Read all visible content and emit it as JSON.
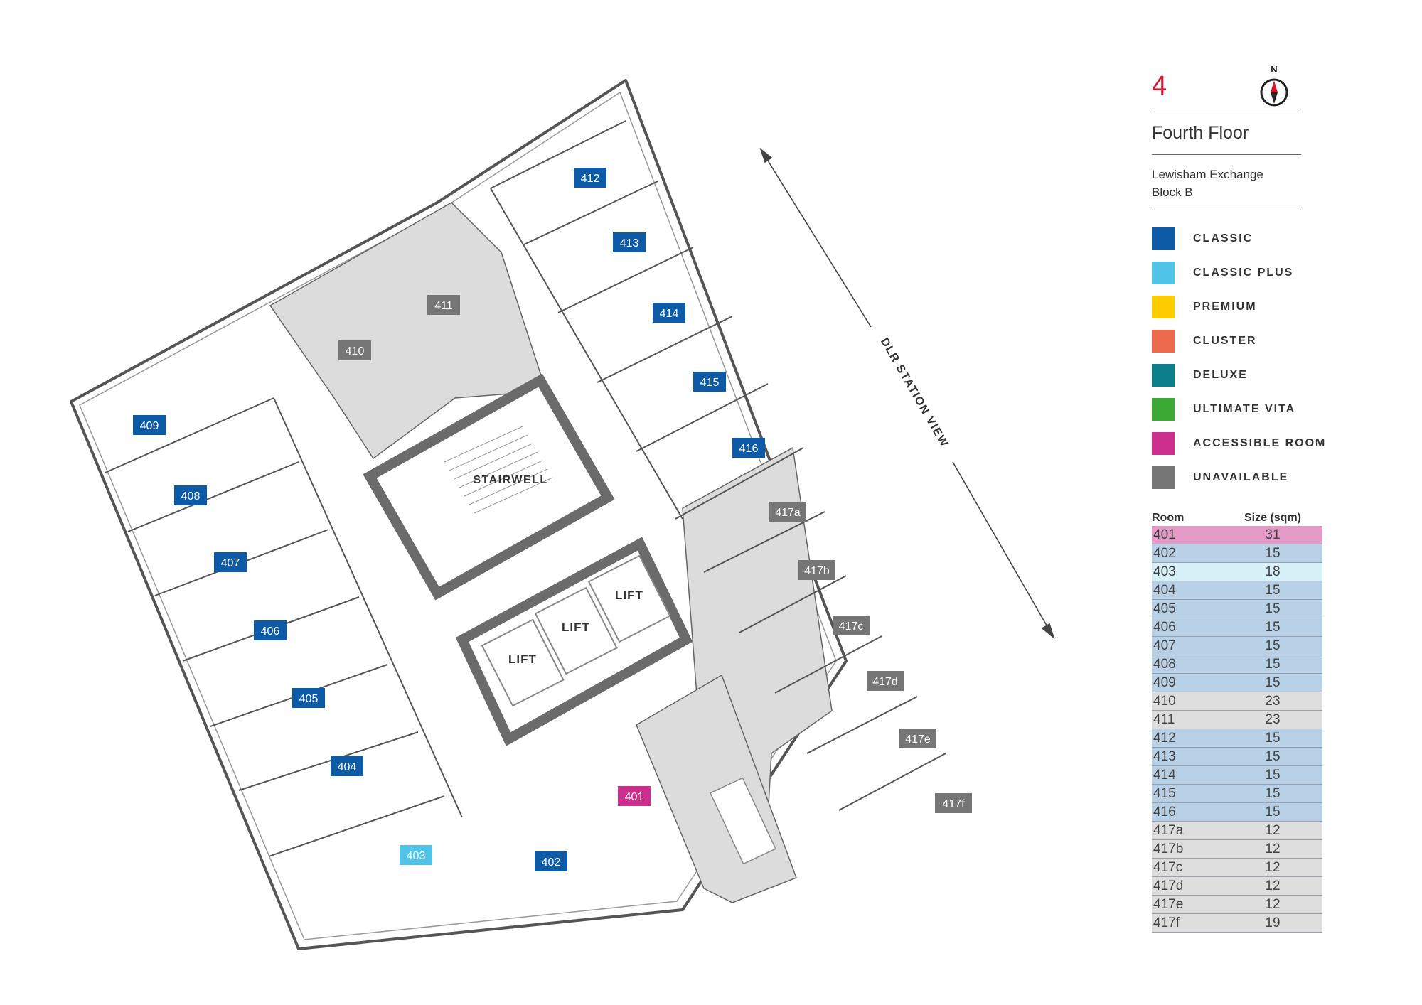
{
  "floor": {
    "number": "4",
    "title": "Fourth Floor",
    "building_line1": "Lewisham Exchange",
    "building_line2": "Block B",
    "compass_label": "N",
    "compass_icon": "compass-north-icon"
  },
  "legend": [
    {
      "label": "CLASSIC",
      "color": "#0d5aa7"
    },
    {
      "label": "CLASSIC PLUS",
      "color": "#4fc3e8"
    },
    {
      "label": "PREMIUM",
      "color": "#ffcc00"
    },
    {
      "label": "CLUSTER",
      "color": "#ee6a4c"
    },
    {
      "label": "DELUXE",
      "color": "#0d7f8c"
    },
    {
      "label": "ULTIMATE VITA",
      "color": "#3aaa35"
    },
    {
      "label": "ACCESSIBLE ROOM",
      "color": "#cc2e8e"
    },
    {
      "label": "UNAVAILABLE",
      "color": "#767676"
    }
  ],
  "table": {
    "header_room": "Room",
    "header_size": "Size (sqm)",
    "rows": [
      {
        "room": "401",
        "size": "31",
        "bg": "#e39ac6"
      },
      {
        "room": "402",
        "size": "15",
        "bg": "#b8d0e6"
      },
      {
        "room": "403",
        "size": "18",
        "bg": "#d6f0f7"
      },
      {
        "room": "404",
        "size": "15",
        "bg": "#b8d0e6"
      },
      {
        "room": "405",
        "size": "15",
        "bg": "#b8d0e6"
      },
      {
        "room": "406",
        "size": "15",
        "bg": "#b8d0e6"
      },
      {
        "room": "407",
        "size": "15",
        "bg": "#b8d0e6"
      },
      {
        "room": "408",
        "size": "15",
        "bg": "#b8d0e6"
      },
      {
        "room": "409",
        "size": "15",
        "bg": "#b8d0e6"
      },
      {
        "room": "410",
        "size": "23",
        "bg": "#dddddd"
      },
      {
        "room": "411",
        "size": "23",
        "bg": "#dddddd"
      },
      {
        "room": "412",
        "size": "15",
        "bg": "#b8d0e6"
      },
      {
        "room": "413",
        "size": "15",
        "bg": "#b8d0e6"
      },
      {
        "room": "414",
        "size": "15",
        "bg": "#b8d0e6"
      },
      {
        "room": "415",
        "size": "15",
        "bg": "#b8d0e6"
      },
      {
        "room": "416",
        "size": "15",
        "bg": "#b8d0e6"
      },
      {
        "room": "417a",
        "size": "12",
        "bg": "#dddddd"
      },
      {
        "room": "417b",
        "size": "12",
        "bg": "#dddddd"
      },
      {
        "room": "417c",
        "size": "12",
        "bg": "#dddddd"
      },
      {
        "room": "417d",
        "size": "12",
        "bg": "#dddddd"
      },
      {
        "room": "417e",
        "size": "12",
        "bg": "#dddddd"
      },
      {
        "room": "417f",
        "size": "19",
        "bg": "#dddddd"
      }
    ]
  },
  "plan": {
    "stairwell_label": "STAIRWELL",
    "lift_label": "LIFT",
    "view_label": "DLR STATION VIEW",
    "rooms": [
      {
        "id": "401",
        "category": "ACCESSIBLE ROOM"
      },
      {
        "id": "402",
        "category": "CLASSIC"
      },
      {
        "id": "403",
        "category": "CLASSIC PLUS"
      },
      {
        "id": "404",
        "category": "CLASSIC"
      },
      {
        "id": "405",
        "category": "CLASSIC"
      },
      {
        "id": "406",
        "category": "CLASSIC"
      },
      {
        "id": "407",
        "category": "CLASSIC"
      },
      {
        "id": "408",
        "category": "CLASSIC"
      },
      {
        "id": "409",
        "category": "CLASSIC"
      },
      {
        "id": "410",
        "category": "UNAVAILABLE"
      },
      {
        "id": "411",
        "category": "UNAVAILABLE"
      },
      {
        "id": "412",
        "category": "CLASSIC"
      },
      {
        "id": "413",
        "category": "CLASSIC"
      },
      {
        "id": "414",
        "category": "CLASSIC"
      },
      {
        "id": "415",
        "category": "CLASSIC"
      },
      {
        "id": "416",
        "category": "CLASSIC"
      },
      {
        "id": "417a",
        "category": "UNAVAILABLE"
      },
      {
        "id": "417b",
        "category": "UNAVAILABLE"
      },
      {
        "id": "417c",
        "category": "UNAVAILABLE"
      },
      {
        "id": "417d",
        "category": "UNAVAILABLE"
      },
      {
        "id": "417e",
        "category": "UNAVAILABLE"
      },
      {
        "id": "417f",
        "category": "UNAVAILABLE"
      }
    ]
  }
}
